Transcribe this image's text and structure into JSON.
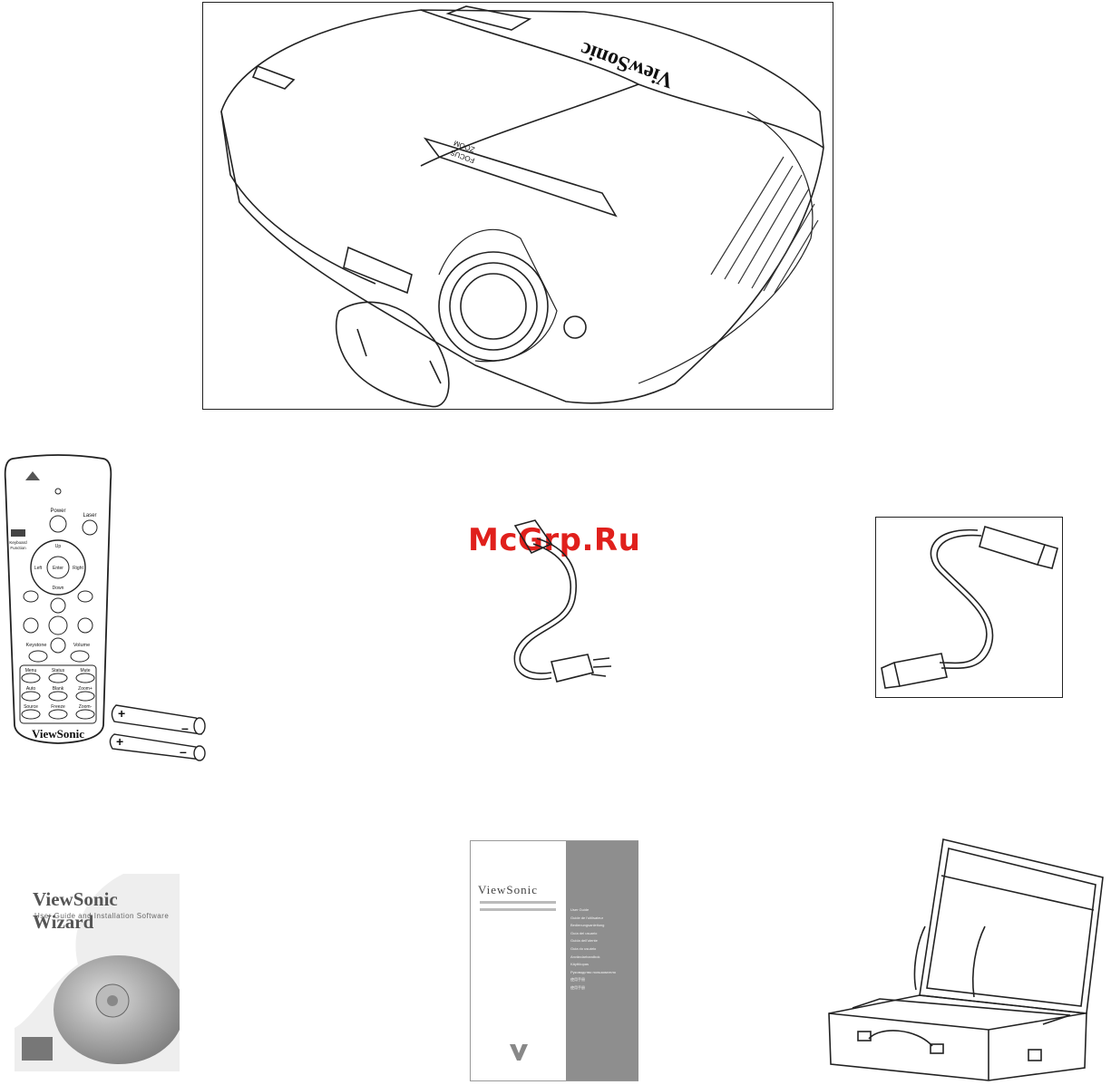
{
  "watermark": "McGrp.Ru",
  "projector": {
    "brand": "ViewSonic",
    "lens_labels": [
      "ZOOM",
      "FOCUS"
    ]
  },
  "remote": {
    "brand": "ViewSonic",
    "buttons": {
      "power": "Power",
      "laser": "Laser",
      "keyboard": "Keyboard",
      "function": "Function",
      "up": "Up",
      "down": "Down",
      "left": "Left",
      "right": "Right",
      "enter": "Enter",
      "keystone": "Keystone",
      "volume": "Volume",
      "menu": "Menu",
      "status": "Status",
      "mute": "Mute",
      "auto": "Auto",
      "blank": "Blank",
      "zoom_plus": "Zoom+",
      "source": "Source",
      "freeze": "Freeze",
      "zoom_minus": "Zoom-"
    }
  },
  "cd": {
    "title": "ViewSonic Wizard",
    "subtitle": "User Guide and Installation Software"
  },
  "manual": {
    "brand": "ViewSonic",
    "lines": [
      "User Guide",
      "Guide de l'utilisateur",
      "Bedienungsanleitung",
      "Guía del usuario",
      "Guida dell'utente",
      "Guia do usuário",
      "Användarhandbok",
      "Käyttöopas",
      "Руководство пользователя",
      "使用手冊",
      "使用手册"
    ]
  }
}
